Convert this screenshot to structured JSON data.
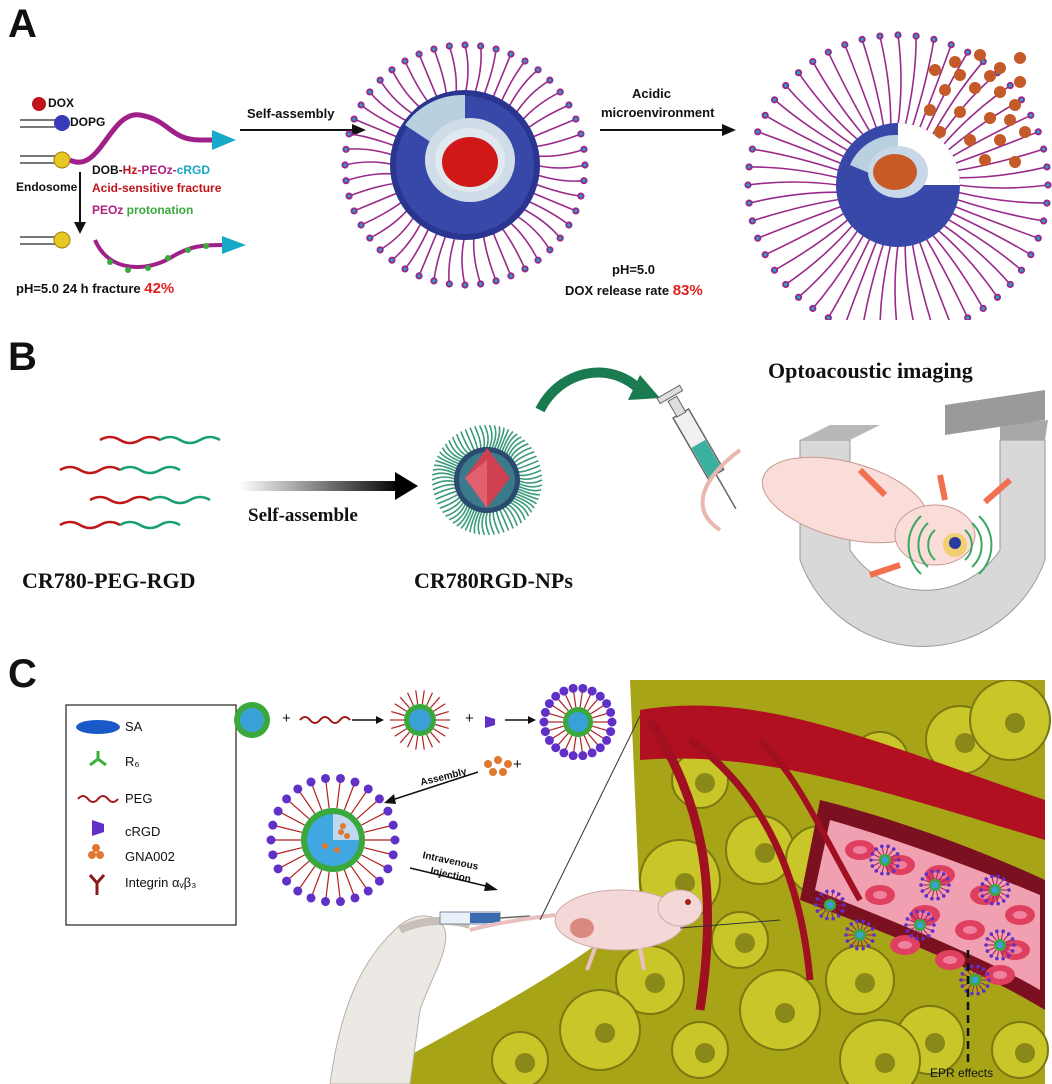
{
  "panels": {
    "a": {
      "letter": "A",
      "legend": {
        "dox": "DOX",
        "dopg": "DOPG"
      },
      "polymer": {
        "p1": "DOB-",
        "p2": "Hz-",
        "p3": "PEOz-",
        "p4": "cRGD"
      },
      "endosome": "Endosome",
      "acid_fracture": "Acid-sensitive fracture",
      "protonation": {
        "p1": "PEOz",
        "p2": " protonation"
      },
      "fracture_text": "pH=5.0 24 h fracture ",
      "fracture_value": "42%",
      "self_assembly": "Self-assembly",
      "acidic_line1": "Acidic",
      "acidic_line2": "microenvironment",
      "ph_label": "pH=5.0",
      "release_text": "DOX release rate ",
      "release_value": "83%"
    },
    "b": {
      "letter": "B",
      "left_label": "CR780-PEG-RGD",
      "arrow_label": "Self-assemble",
      "np_label": "CR780RGD-NPs",
      "imaging_label": "Optoacoustic imaging"
    },
    "c": {
      "letter": "C",
      "legend": [
        {
          "icon": "sa-icon",
          "label": "SA"
        },
        {
          "icon": "r6-icon",
          "label": "R₆"
        },
        {
          "icon": "peg-icon",
          "label": "PEG"
        },
        {
          "icon": "crgd-icon",
          "label": "cRGD"
        },
        {
          "icon": "gna002-icon",
          "label": "GNA002"
        },
        {
          "icon": "integrin-icon",
          "label": "Integrin αᵥβ₃"
        }
      ],
      "plus1": "+",
      "plus2": "+",
      "plus3": "+",
      "assembly": "Assembly",
      "iv_line1": "Intravenous",
      "iv_line2": "Injection",
      "epr": "EPR effects"
    }
  },
  "colors": {
    "dox_red": "#c0141a",
    "peoz_magenta": "#b0207a",
    "crgd_cyan": "#18a8c8",
    "green": "#3aa83a",
    "sphere_blue": "#3848a8",
    "vessel_red": "#b01020",
    "tumor_yellow": "#c8c628"
  }
}
